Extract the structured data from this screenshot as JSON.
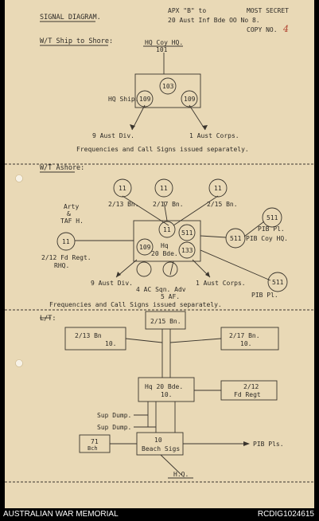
{
  "header": {
    "left_title": "SIGNAL DIAGRAM.",
    "right_line1": "APX \"B\" to",
    "right_line2": "20 Aust Inf Bde OO No 8.",
    "op_inst_a": "MOST SECRET",
    "op_inst_b": "COPY NO.",
    "copy_no": "4"
  },
  "sections": {
    "ship": {
      "label": "W/T Ship to Shore:",
      "top_caption": "HQ Coy HQ.",
      "top_value": "101",
      "center_code": "103",
      "hq_label": "HQ Ship.",
      "left_node": "109",
      "right_node": "109",
      "left_dest": "9 Aust Div.",
      "right_dest": "1 Aust Corps.",
      "note": "Frequencies and Call Signs issued separately."
    },
    "ashore": {
      "label": "W/T Ashore:",
      "bn1_code": "11",
      "bn1_name": "2/13 Bn.",
      "bn2_code": "11",
      "bn2_name": "2/17 Bn.",
      "bn3_code": "11",
      "bn3_name": "2/15 Bn.",
      "arty_a": "Arty",
      "arty_b": "&",
      "arty_c": "TAF H.",
      "fd_code": "11",
      "fd_a": "2/12 Fd Regt.",
      "fd_b": "RHQ.",
      "center_top": "11",
      "center_left": "109",
      "center_right": "511",
      "center_right2": "133",
      "center_name1": "Hq",
      "center_name2": "20 Bde.",
      "pib_pl_top_code": "511",
      "pib_pl_top": "PIB Pl.",
      "pib_coy_code": "511",
      "pib_coy": "PIB Coy HQ.",
      "pib_pl_bot_code": "511",
      "pib_pl_bot": "PIB Pl.",
      "dest_left": "9 Aust Div.",
      "dest_mid1": "4 AC Sqn. Adv",
      "dest_mid2": "5 AF.",
      "dest_right": "1 Aust Corps.",
      "note": "Frequencies and Call Signs issued separately."
    },
    "lt": {
      "label": "L/T:",
      "bn15": "2/15 Bn.",
      "bn13_a": "2/13 Bn",
      "bn13_b": "10.",
      "bn17_a": "2/17 Bn.",
      "bn17_b": "10.",
      "hq_a": "Hq 20 Bde.",
      "hq_b": "10.",
      "fd_a": "2/12",
      "fd_b": "Fd Regt",
      "sup1": "Sup Dump.",
      "sup2": "Sup Dump.",
      "box71_a": "71",
      "box71_b": "Bch",
      "beach_a": "10",
      "beach_b": "Beach Sigs",
      "pib": "PIB Pls.",
      "ho": "H.Q."
    }
  },
  "footer": {
    "left": "AUSTRALIAN WAR MEMORIAL",
    "right": "RCDIG1024615"
  }
}
